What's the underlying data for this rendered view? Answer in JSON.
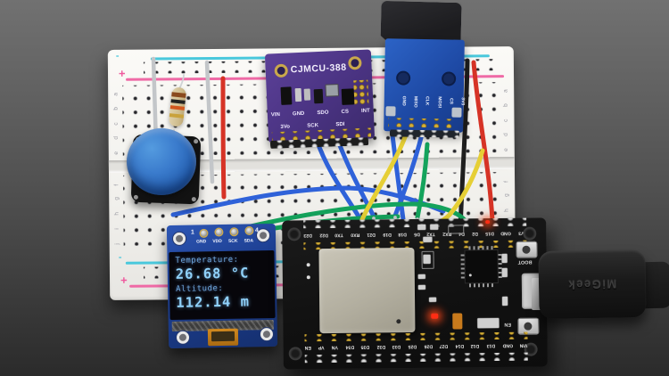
{
  "breadboard": {
    "plus": "+",
    "minus": "-",
    "row_letters_top": [
      "a",
      "b",
      "c",
      "d",
      "e"
    ],
    "row_letters_bottom": [
      "f",
      "g",
      "h",
      "i",
      "j"
    ]
  },
  "bmp388_module": {
    "title": "CJMCU-388",
    "pin_row1": [
      "VIN",
      "GND",
      "SDO",
      "CS",
      "INT"
    ],
    "pin_row2": [
      "3Vo",
      "SCK",
      "SDI"
    ]
  },
  "microsd_module": {
    "pins": [
      "GND",
      "MISO",
      "CLK",
      "MOSI",
      "CS",
      "3V3"
    ]
  },
  "oled": {
    "pin_number_first": "1",
    "pin_number_last": "4",
    "pins": [
      "GND",
      "VDD",
      "SCK",
      "SDA"
    ],
    "readout": {
      "temperature_label": "Temperature:",
      "temperature_value": "26.68 °C",
      "altitude_label": "Altitude:",
      "altitude_value": "112.14 m"
    }
  },
  "esp32": {
    "top_pins": [
      "D23",
      "D22",
      "TX0",
      "RX0",
      "D21",
      "D19",
      "D18",
      "D5",
      "TX2",
      "RX2",
      "D4",
      "D2",
      "D15",
      "GND",
      "3V3"
    ],
    "bottom_pins": [
      "EN",
      "VP",
      "VN",
      "D34",
      "D35",
      "D32",
      "D33",
      "D25",
      "D26",
      "D27",
      "D14",
      "D12",
      "D13",
      "GND",
      "VIN"
    ],
    "boot_label": "BOOT",
    "en_label": "EN"
  },
  "usb_cable": {
    "brand": "MiGeek"
  },
  "colors": {
    "wire_red": "#d63326",
    "wire_blue": "#2f62d9",
    "wire_green": "#14a35c",
    "wire_yellow": "#e6cf35",
    "wire_grey": "#c3c6c9",
    "wire_black": "#1e1e1e",
    "oled_text": "#90d2fb",
    "bmp_pcb": "#4a3382",
    "sd_pcb": "#1f4aa6",
    "oled_pcb": "#1d3f92",
    "esp_pcb": "#141414",
    "button_cap": "#2d6cc0"
  }
}
